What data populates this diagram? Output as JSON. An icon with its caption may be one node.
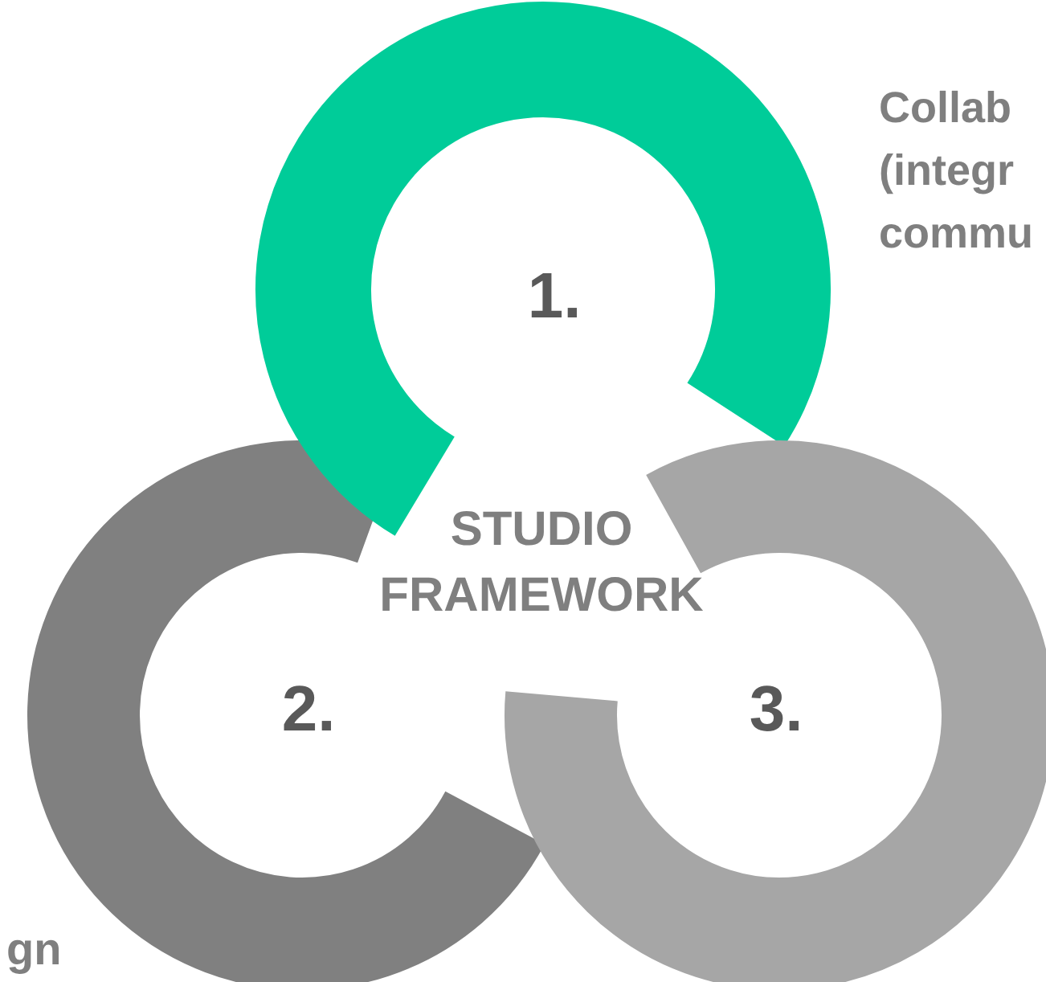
{
  "diagram": {
    "nodes": [
      {
        "text": [
          "1."
        ]
      },
      {
        "text": [
          "2."
        ]
      },
      {
        "text": [
          "3."
        ]
      }
    ],
    "labels": [
      "STUDIO FRAMEWORK",
      "Collab (integr commu",
      "gn"
    ]
  }
}
